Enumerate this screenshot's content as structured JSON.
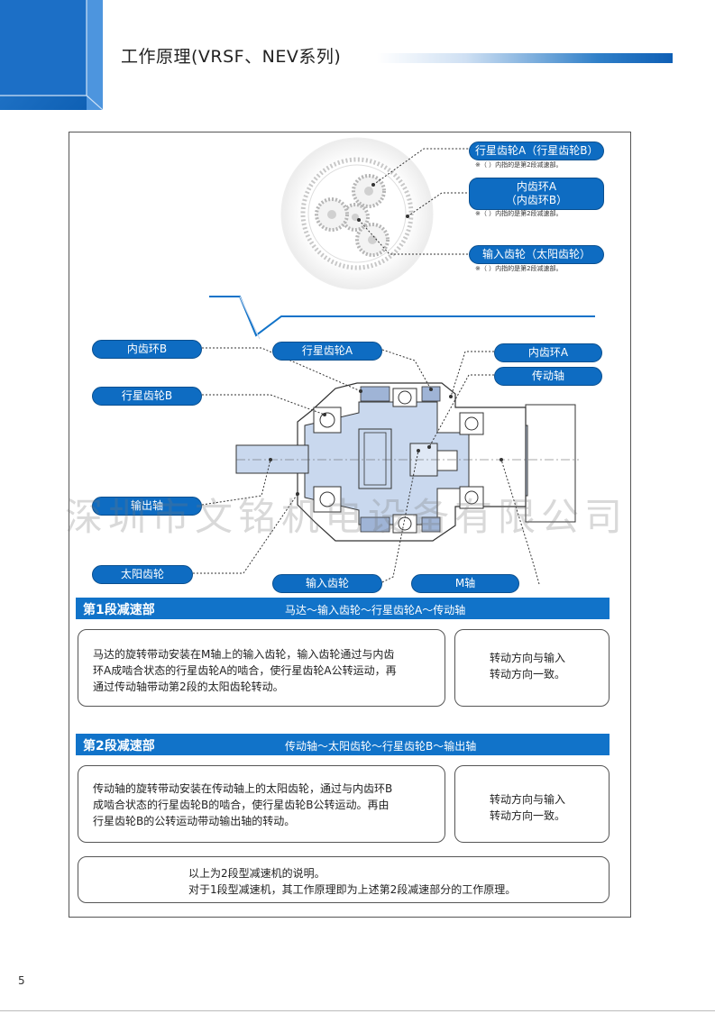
{
  "header": {
    "title": "工作原理(VRSF、NEV系列)"
  },
  "gear_labels": {
    "planet_a": "行星齿轮A（行星齿轮B）",
    "planet_a_note": "※（  ）内指的是第2段减速部。",
    "ring_a_line1": "内齿环A",
    "ring_a_line2": "（内齿环B）",
    "ring_a_note": "※（  ）内指的是第2段减速部。",
    "input_sun": "输入齿轮（太阳齿轮）",
    "input_sun_note": "※（  ）内指的是第2段减速部。"
  },
  "section_labels": {
    "ring_b": "内齿环B",
    "planet_b": "行星齿轮B",
    "output_shaft": "输出轴",
    "sun_gear": "太阳齿轮",
    "planet_a": "行星齿轮A",
    "ring_a": "内齿环A",
    "drive_shaft": "传动轴",
    "input_gear": "输入齿轮",
    "m_shaft": "M轴"
  },
  "stage1": {
    "title": "第1段减速部",
    "subtitle": "马达～输入齿轮～行星齿轮A～传动轴",
    "desc": [
      "马达的旋转带动安装在M轴上的输入齿轮，输入齿轮通过与内齿",
      "环A成啮合状态的行星齿轮A的啮合，使行星齿轮A公转运动，再",
      "通过传动轴带动第2段的太阳齿轮转动。"
    ],
    "rotation": [
      "转动方向与输入",
      "转动方向一致。"
    ]
  },
  "stage2": {
    "title": "第2段减速部",
    "subtitle": "传动轴～太阳齿轮～行星齿轮B～输出轴",
    "desc": [
      "传动轴的旋转带动安装在传动轴上的太阳齿轮，通过与内齿环B",
      "成啮合状态的行星齿轮B的啮合，使行星齿轮B公转运动。再由",
      "行星齿轮B的公转运动带动输出轴的转动。"
    ],
    "rotation": [
      "转动方向与输入",
      "转动方向一致。"
    ]
  },
  "summary": [
    "以上为2段型减速机的说明。",
    "对于1段型减速机，其工作原理即为上述第2段减速部分的工作原理。"
  ],
  "watermark": "深圳市文铭机电设备有限公司",
  "page_number": "5",
  "colors": {
    "accent": "#0e6cc2",
    "light_blue": "#c9d8ee",
    "outline": "#555555"
  }
}
